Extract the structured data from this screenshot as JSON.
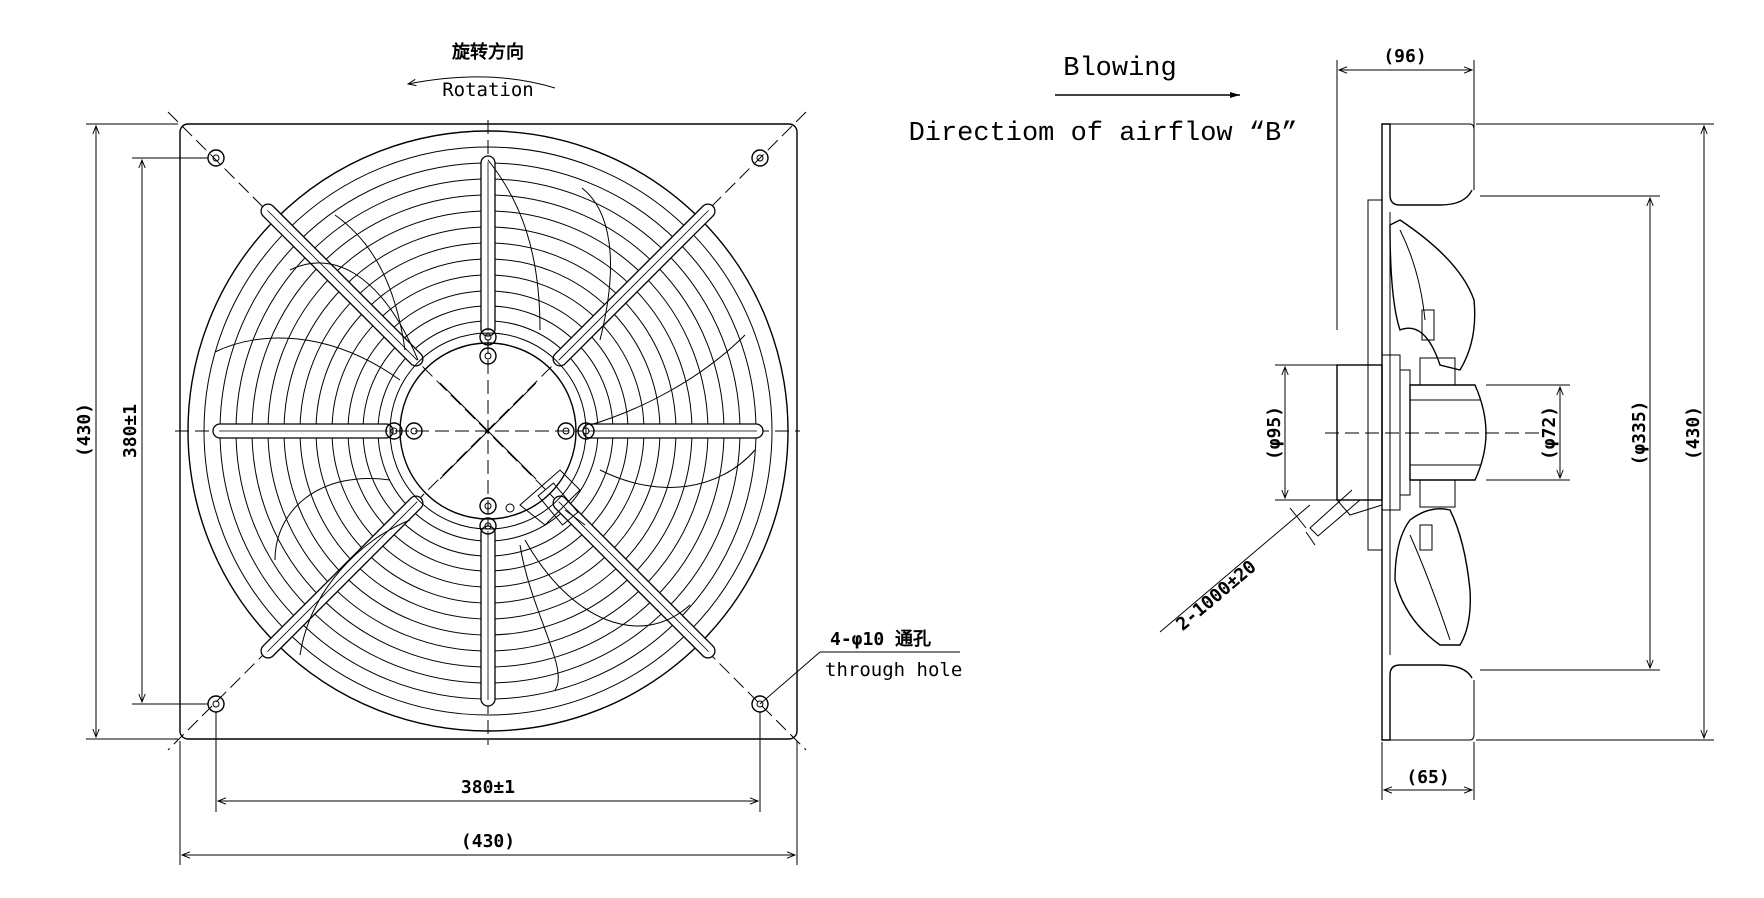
{
  "front_view": {
    "rotation_cn": "旋转方向",
    "rotation_en": "Rotation",
    "height_overall": "(430)",
    "height_holes": "380±1",
    "width_holes": "380±1",
    "width_overall": "(430)",
    "hole_spec": "4-φ10 通孔",
    "hole_desc": "through hole"
  },
  "side_view": {
    "airflow_word": "Blowing",
    "airflow_direction": "Directiom of airflow “B”",
    "depth_top": "(96)",
    "depth_bottom": "(65)",
    "motor_dia": "(φ95)",
    "hub_dia": "(φ72)",
    "impeller_dia": "(φ335)",
    "frame_height": "(430)",
    "cable": "2-1000±20"
  }
}
